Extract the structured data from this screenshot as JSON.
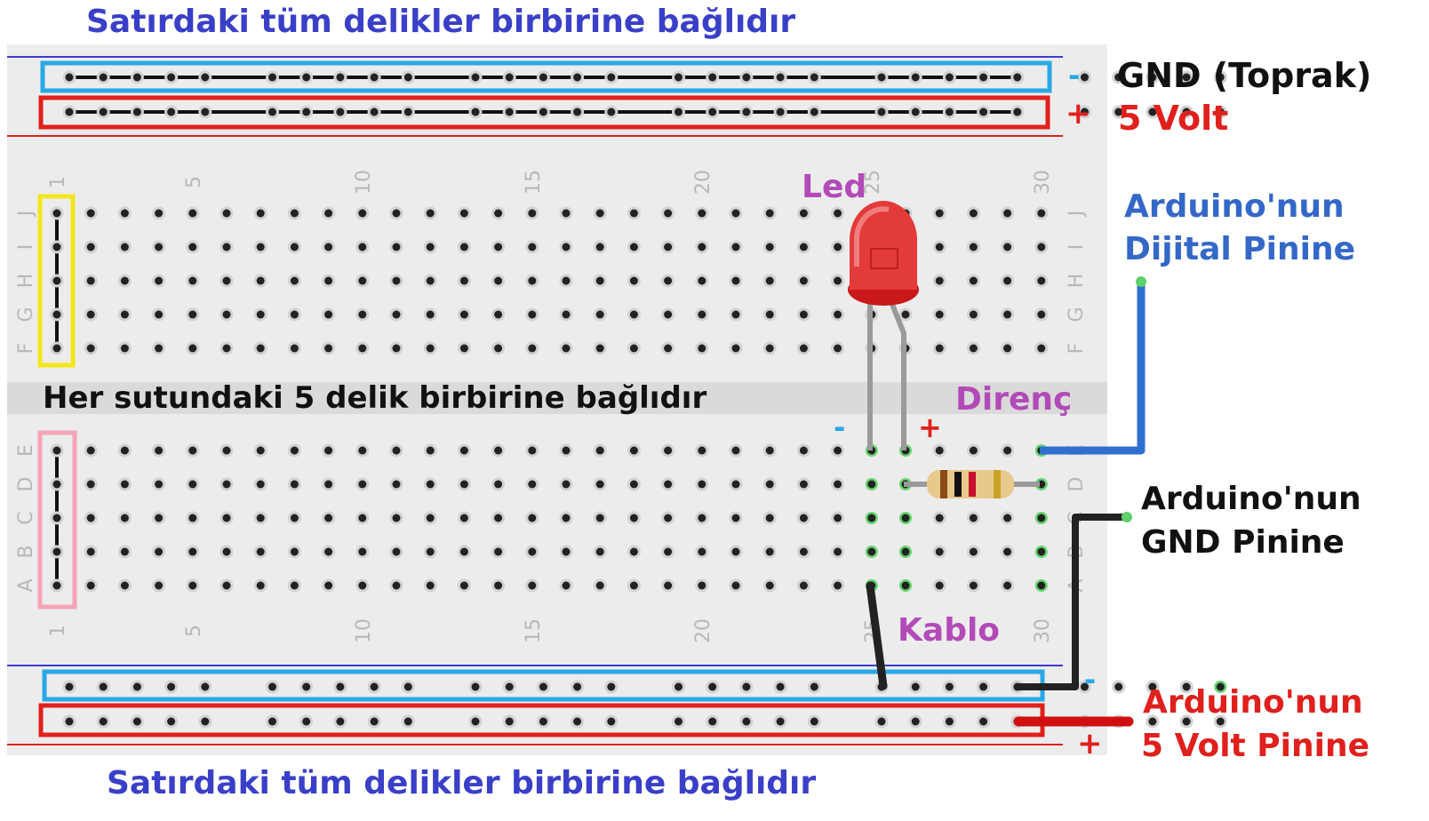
{
  "title_top": "Satırdaki tüm delikler birbirine bağlıdır",
  "title_bottom": "Satırdaki tüm delikler birbirine bağlıdır",
  "middle_caption": "Her sutundaki 5 delik birbirine bağlıdır",
  "rails": {
    "top_minus_sign": "-",
    "top_plus_sign": "+",
    "bottom_minus_sign": "-",
    "bottom_plus_sign": "+",
    "gnd_label": "GND (Toprak)",
    "volt_label": "5 Volt"
  },
  "components": {
    "led_label": "Led",
    "resistor_label": "Direnç",
    "wire_label": "Kablo",
    "led_minus": "-",
    "led_plus": "+"
  },
  "connections": {
    "digital_line1": "Arduino'nun",
    "digital_line2": "Dijital Pinine",
    "gnd_line1": "Arduino'nun",
    "gnd_line2": "GND Pinine",
    "volt_line1": "Arduino'nun",
    "volt_line2": "5 Volt Pinine"
  },
  "board": {
    "column_numbers": [
      "1",
      "5",
      "10",
      "15",
      "20",
      "25",
      "30"
    ],
    "upper_row_letters": [
      "J",
      "I",
      "H",
      "G",
      "F"
    ],
    "lower_row_letters": [
      "E",
      "D",
      "C",
      "B",
      "A"
    ]
  },
  "colors": {
    "title": "#3a3fc8",
    "gnd": "#000000",
    "volt": "#e0201c",
    "purple": "#b24ab8",
    "blue_label": "#3468c8",
    "rail_blue": "#29a8e6",
    "rail_red": "#e0201c",
    "highlight_yellow": "#f4e61a",
    "highlight_pink": "#f5a3b8",
    "wire_blue": "#2f6fd0",
    "wire_red": "#d01010",
    "board": "#ececec"
  }
}
